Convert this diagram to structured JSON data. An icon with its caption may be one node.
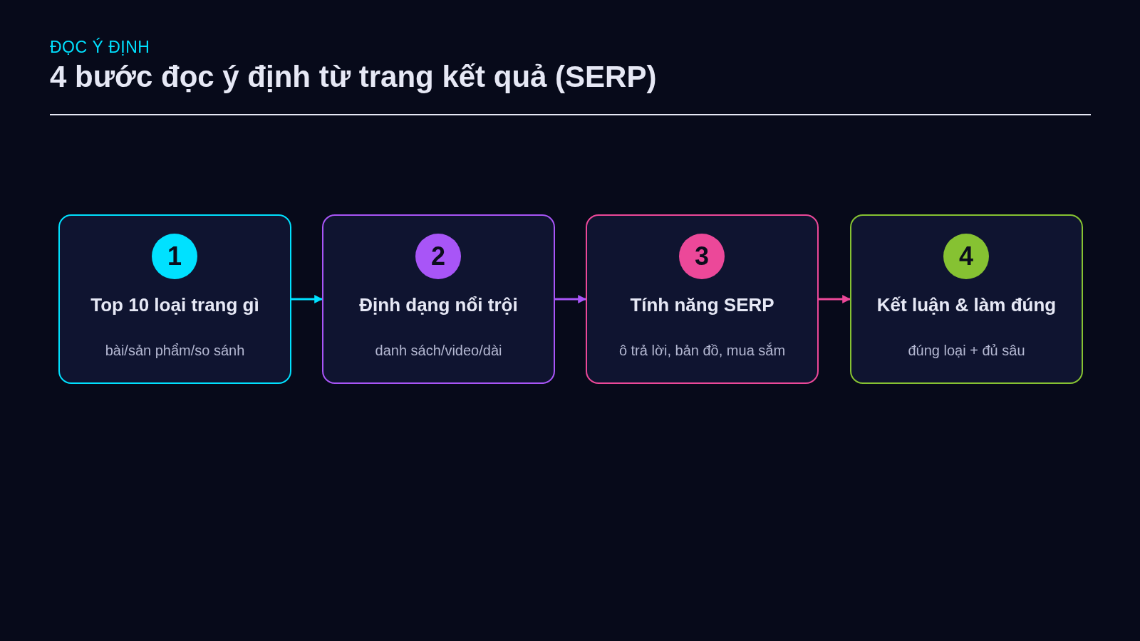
{
  "diagram": {
    "title": "4 bước đọc ý định từ trang kết quả (SERP)",
    "labels": [
      "ĐỌC Ý ĐỊNH"
    ],
    "nodes": [
      {
        "text": [
          "Top 10 loại trang gì",
          "bài/sản phẩm/so sánh"
        ]
      },
      {
        "text": [
          "1"
        ],
        "in": 0
      },
      {
        "text": [
          "Định dạng nổi trội",
          "danh sách/video/dài"
        ]
      },
      {
        "text": [
          "2"
        ],
        "in": 2
      },
      {
        "text": [
          "Tính năng SERP",
          "ô trả lời, bản đồ, mua sắm"
        ]
      },
      {
        "text": [
          "3"
        ],
        "in": 4
      },
      {
        "text": [
          "Kết luận & làm đúng",
          "đúng loại + đủ sâu"
        ]
      },
      {
        "text": [
          "4"
        ],
        "in": 6
      }
    ],
    "edges": [
      {
        "from": 0,
        "to": 2,
        "arrow": "to",
        "color": "#00e1ff"
      },
      {
        "from": 2,
        "to": 4,
        "arrow": "to",
        "color": "#a855f7"
      },
      {
        "from": 4,
        "to": 6,
        "arrow": "to",
        "color": "#ec4899"
      }
    ]
  }
}
